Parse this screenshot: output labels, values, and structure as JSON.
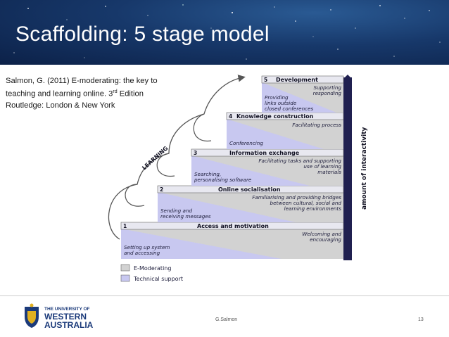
{
  "slide": {
    "title": "Scaffolding: 5 stage model",
    "citation": {
      "line1": "Salmon, G. (2011) E-moderating: the key to",
      "line2_pre": "teaching and learning online. 3",
      "line2_sup": "rd",
      "line2_post": " Edition",
      "line3": "Routledge: London & New York"
    }
  },
  "diagram": {
    "arrow_label": "LEARNING",
    "axis_label": "amount of interactivity",
    "stages": [
      {
        "number": "1",
        "name": "Access and motivation",
        "emoderating": [
          "Welcoming and",
          "encouraging"
        ],
        "technical": [
          "Setting up system",
          "and accessing"
        ]
      },
      {
        "number": "2",
        "name": "Online socialisation",
        "emoderating": [
          "Familiarising and providing bridges",
          "between cultural, social and",
          "learning environments"
        ],
        "technical": [
          "Sending and",
          "receiving messages"
        ]
      },
      {
        "number": "3",
        "name": "Information exchange",
        "emoderating": [
          "Facilitating tasks and supporting",
          "use of learning",
          "materials"
        ],
        "technical": [
          "Searching,",
          "personalising software"
        ]
      },
      {
        "number": "4",
        "name": "Knowledge construction",
        "emoderating": [
          "Facilitating process"
        ],
        "technical": [
          "Conferencing"
        ]
      },
      {
        "number": "5",
        "name": "Development",
        "emoderating": [
          "Supporting",
          "responding"
        ],
        "technical": [
          "Providing",
          "links outside",
          "closed conferences"
        ]
      }
    ],
    "legend": {
      "emoderating": "E-Moderating",
      "technical": "Technical support"
    },
    "colors": {
      "emoderating": "#d2d2d2",
      "technical": "#c8c8f0",
      "header": "#e8e8f0",
      "axis": "#202050"
    }
  },
  "footer": {
    "university": {
      "line1": "THE UNIVERSITY OF",
      "line2": "WESTERN",
      "line3": "AUSTRALIA"
    },
    "author": "G.Salmon",
    "page": "13"
  }
}
